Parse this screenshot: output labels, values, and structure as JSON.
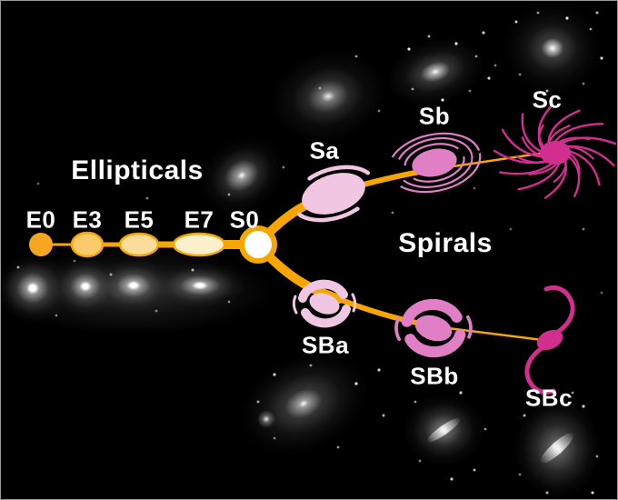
{
  "branch_labels": {
    "ellipticals": "Ellipticals",
    "spirals": "Spirals"
  },
  "elliptical_sequence": [
    {
      "label": "E0"
    },
    {
      "label": "E3"
    },
    {
      "label": "E5"
    },
    {
      "label": "E7"
    },
    {
      "label": "S0"
    }
  ],
  "spiral_sequence": [
    {
      "label": "Sa"
    },
    {
      "label": "Sb"
    },
    {
      "label": "Sc"
    }
  ],
  "barred_spiral_sequence": [
    {
      "label": "SBa"
    },
    {
      "label": "SBb"
    },
    {
      "label": "SBc"
    }
  ],
  "colors": {
    "background": "#000000",
    "border": "#9a9a9a",
    "fork": "#F7A600",
    "e0_fill": "#F6A71F",
    "e3_fill": "#FACB6B",
    "e5_fill": "#FBDC9C",
    "e7_fill": "#FCEFCB",
    "s0_fill": "#FFFFFF",
    "spiral_light": "#F1C6E2",
    "spiral_medium": "#E07FC6",
    "spiral_deep": "#D22E90",
    "label_text": "#FFFFFF"
  }
}
